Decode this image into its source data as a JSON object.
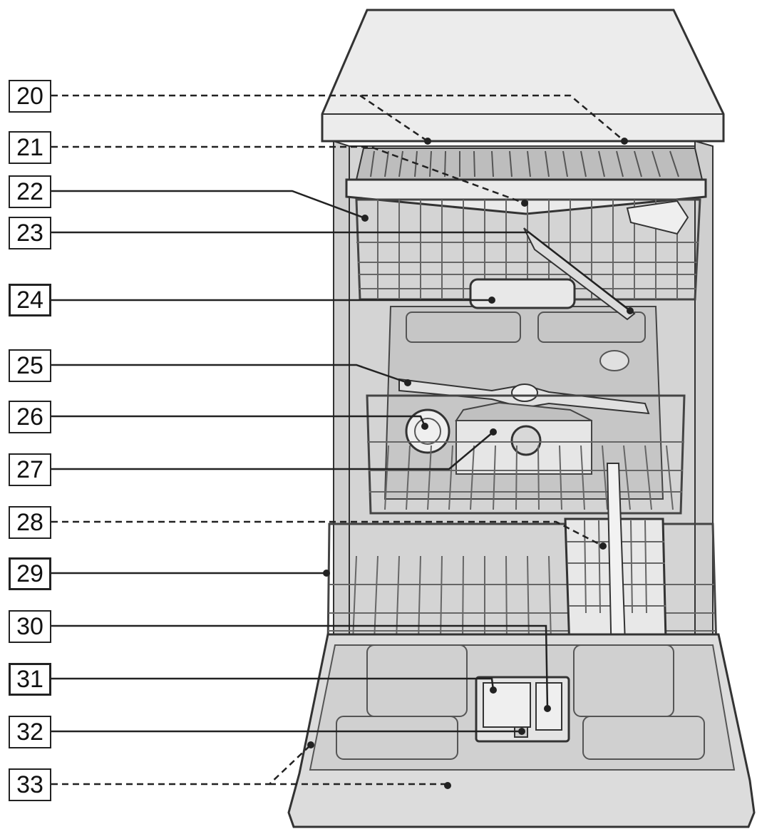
{
  "callouts": [
    {
      "num": "20",
      "style": "dashed"
    },
    {
      "num": "21",
      "style": "dashed"
    },
    {
      "num": "22",
      "style": "solid"
    },
    {
      "num": "23",
      "style": "solid"
    },
    {
      "num": "24",
      "style": "solid"
    },
    {
      "num": "25",
      "style": "solid"
    },
    {
      "num": "26",
      "style": "solid"
    },
    {
      "num": "27",
      "style": "solid"
    },
    {
      "num": "28",
      "style": "dashed"
    },
    {
      "num": "29",
      "style": "solid"
    },
    {
      "num": "30",
      "style": "solid"
    },
    {
      "num": "31",
      "style": "solid"
    },
    {
      "num": "32",
      "style": "solid"
    },
    {
      "num": "33",
      "style": "dashed"
    }
  ],
  "colors": {
    "outline": "#333333",
    "appliance_fill": "#e6e6e6",
    "tub_fill": "#d2d2d2",
    "rack_wire": "#555555",
    "leader": "#222222"
  }
}
